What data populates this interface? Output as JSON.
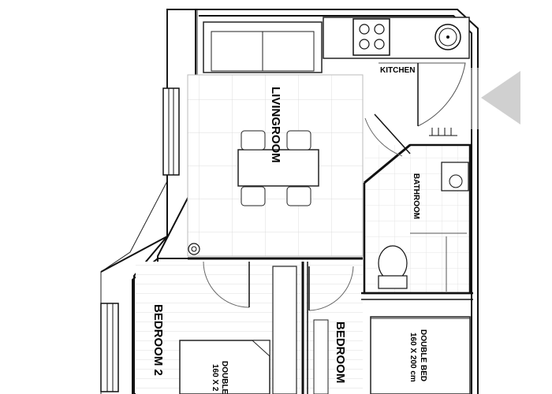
{
  "rooms": {
    "kitchen": "KITCHEN",
    "livingroom": "LIVINGROOM",
    "bathroom": "BATHROOM",
    "bedroom2": "BEDROOM 2",
    "bedroom": "BEDROOM"
  },
  "beds": {
    "left": "DOUBLE",
    "left_size": "160 X 2",
    "right": "DOUBLE BED",
    "right_size": "160 X 200 cm"
  },
  "colors": {
    "wall": "#111111",
    "tile": "#d9d9d9",
    "arrow": "#d0d0d0"
  },
  "icons": {
    "entrance": "entrance-arrow-icon"
  }
}
